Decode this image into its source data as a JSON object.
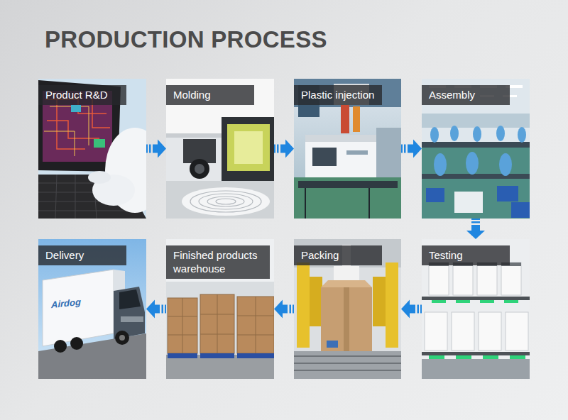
{
  "diagram": {
    "title": "PRODUCTION PROCESS",
    "nodes": [
      {
        "text": [
          "Product R&D"
        ]
      },
      {
        "text": [
          "Molding"
        ]
      },
      {
        "text": [
          "Plastic injection"
        ]
      },
      {
        "text": [
          "Assembly"
        ]
      },
      {
        "text": [
          "Testing"
        ]
      },
      {
        "text": [
          "Packing"
        ]
      },
      {
        "text": [
          "Finished products warehouse"
        ]
      },
      {
        "text": [
          "Delivery"
        ]
      }
    ],
    "edges": [
      {
        "from": 0,
        "to": 1,
        "arrow": "to"
      },
      {
        "from": 1,
        "to": 2,
        "arrow": "to"
      },
      {
        "from": 2,
        "to": 3,
        "arrow": "to"
      },
      {
        "from": 3,
        "to": 4,
        "arrow": "to"
      },
      {
        "from": 4,
        "to": 5,
        "arrow": "to"
      },
      {
        "from": 5,
        "to": 6,
        "arrow": "to"
      },
      {
        "from": 6,
        "to": 7,
        "arrow": "to"
      }
    ],
    "labels": [
      "Airdog"
    ]
  }
}
